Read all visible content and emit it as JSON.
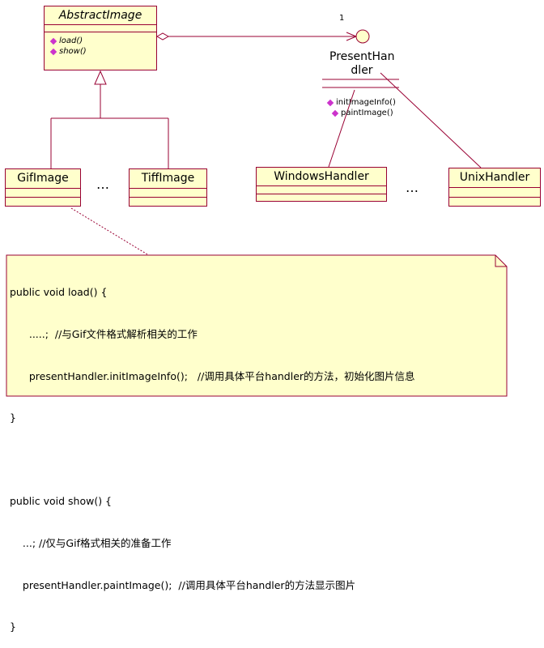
{
  "abstract_class": {
    "name": "AbstractImage",
    "operations": [
      "load()",
      "show()"
    ]
  },
  "interface": {
    "name_line1": "PresentHan",
    "name_line2": "dler",
    "multiplicity": "1",
    "operations": [
      "initImageInfo()",
      "paintImage()"
    ]
  },
  "classes": {
    "gif": "GifImage",
    "tiff": "TiffImage",
    "windows": "WindowsHandler",
    "unix": "UnixHandler"
  },
  "ellipsis": "…",
  "note": {
    "lines": [
      "public void load() {",
      "      .....;  //与Gif文件格式解析相关的工作",
      "      presentHandler.initImageInfo();   //调用具体平台handler的方法，初始化图片信息",
      "}",
      "",
      "public void show() {",
      "    ...; //仅与Gif格式相关的准备工作",
      "    presentHandler.paintImage();  //调用具体平台handler的方法显示图片",
      "}"
    ]
  }
}
